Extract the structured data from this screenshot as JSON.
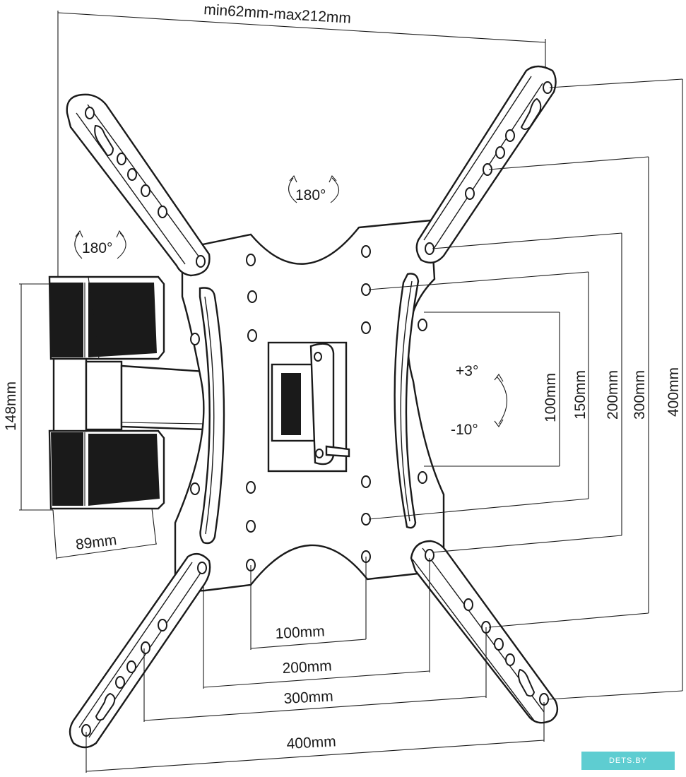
{
  "labels": {
    "depth_range": "min62mm-max212mm",
    "swivel_top": "180°",
    "swivel_left": "180°",
    "height_arm": "148mm",
    "width_arm": "89mm",
    "tilt_up": "+3°",
    "tilt_down": "-10°",
    "v100": "100mm",
    "v150": "150mm",
    "v200": "200mm",
    "v300": "300mm",
    "v400": "400mm",
    "h100": "100mm",
    "h200": "200mm",
    "h300": "300mm",
    "h400": "400mm"
  },
  "watermark": "DETS.BY",
  "colors": {
    "line": "#1a1a1a",
    "background": "#ffffff",
    "watermark": "#4cc8cc"
  }
}
